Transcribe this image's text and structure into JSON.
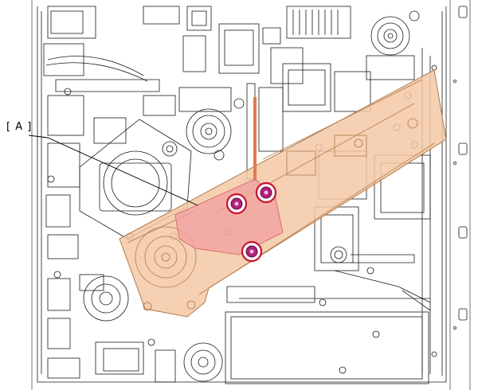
{
  "callout": {
    "label": "[ A ]"
  },
  "colors": {
    "line": "#1a1a1a",
    "part_fill": "#f3c8a4",
    "part_stroke": "#b07a4a",
    "highlight_fill": "#f2a0a0",
    "screw_ring": "#c8102e",
    "screw_head": "#b0237a"
  },
  "screws": [
    {
      "name": "screw-1",
      "label": ""
    },
    {
      "name": "screw-2",
      "label": ""
    },
    {
      "name": "screw-3",
      "label": ""
    }
  ]
}
